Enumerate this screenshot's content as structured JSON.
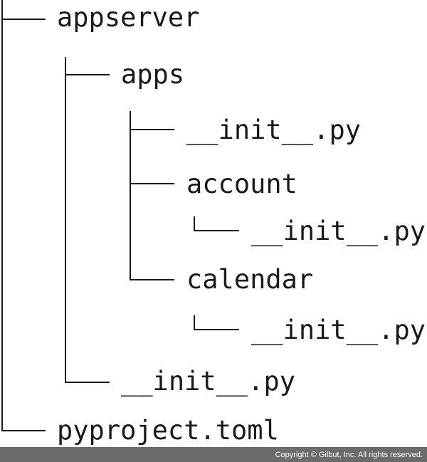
{
  "tree": {
    "root_items": [
      {
        "name": "appserver"
      },
      {
        "name": "pyproject.toml"
      }
    ],
    "appserver_items": [
      {
        "name": "apps"
      },
      {
        "name": "__init__.py"
      }
    ],
    "apps_items": [
      {
        "name": "__init__.py"
      },
      {
        "name": "account"
      },
      {
        "name": "calendar"
      }
    ],
    "account_items": [
      {
        "name": "__init__.py"
      }
    ],
    "calendar_items": [
      {
        "name": "__init__.py"
      }
    ]
  },
  "footer": {
    "copyright": "Copyright © Gilbut, Inc. All rights reserved."
  }
}
